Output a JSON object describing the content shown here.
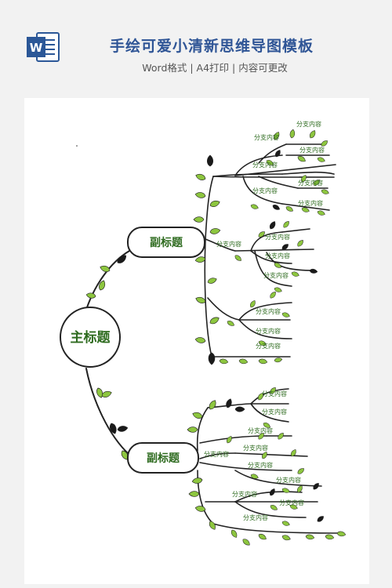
{
  "header": {
    "title": "手绘可爱小清新思维导图模板",
    "subtitle": "Word格式 | A4打印 | 内容可更改",
    "app_icon": "word-icon",
    "app_icon_letter": "W",
    "title_color": "#2f5596"
  },
  "mindmap": {
    "main_topic": "主标题",
    "sub_topic_1": "副标题",
    "sub_topic_2": "副标题",
    "branch_text": "分支内容",
    "colors": {
      "text": "#2e6b1f",
      "stroke": "#222222",
      "leaf_light": "#8dc63f",
      "leaf_dark": "#1a1a1a"
    }
  }
}
